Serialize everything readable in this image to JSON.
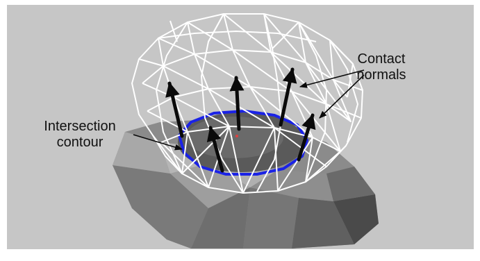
{
  "labels": {
    "intersection_line1": "Intersection",
    "intersection_line2": "contour",
    "contact_line1": "Contact",
    "contact_line2": "normals"
  },
  "colors": {
    "background": "#c6c6c6",
    "frame": "#ffffff",
    "wireframe": "#ffffff",
    "contour": "#1a22e6",
    "normals": "#0a0a0a",
    "solid_light": "#9a9a9a",
    "solid_dark": "#555555",
    "shadow_disk": "#8f8f8f"
  }
}
